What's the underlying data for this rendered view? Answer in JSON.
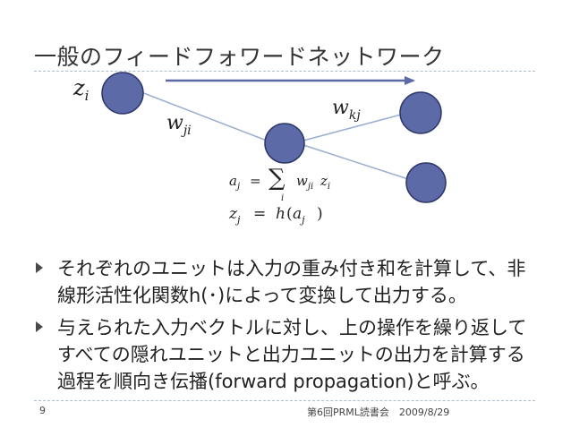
{
  "slide": {
    "title": "一般のフィードフォワードネットワーク",
    "diagram": {
      "label_zi": "z",
      "label_zi_sub": "i",
      "label_wji": "w",
      "label_wji_sub": "ji",
      "label_wkj": "w",
      "label_wkj_sub": "kj",
      "eq1_lhs": "a",
      "eq1_lhs_sub": "j",
      "eq1_eq": "=",
      "eq1_sum": "∑",
      "eq1_sum_index": "i",
      "eq1_w": "w",
      "eq1_w_sub": "ji",
      "eq1_z": "z",
      "eq1_z_sub": "i",
      "eq2_lhs": "z",
      "eq2_lhs_sub": "j",
      "eq2_eq": "=",
      "eq2_h": "h",
      "eq2_open": "(",
      "eq2_a": "a",
      "eq2_a_sub": "j",
      "eq2_close": ")",
      "node_color": "#5c6aa8",
      "node_stroke": "#2d3768",
      "line_color": "#9aaed0",
      "arrow_color": "#5c6aa8"
    },
    "bullets": [
      {
        "lines": [
          "それぞれのユニットは入力の重み付き和を計算して、非",
          "線形活性化関数h(･)によって変換して出力する。"
        ]
      },
      {
        "lines": [
          "与えられた入力ベクトルに対し、上の操作を繰り返して",
          "すべての隠れユニットと出力ユニットの出力を計算する",
          "過程を順向き伝播(forward propagation)と呼ぶ。"
        ]
      }
    ],
    "footer": {
      "page_number": "9",
      "info": "第6回PRML読書会　2009/8/29"
    }
  }
}
